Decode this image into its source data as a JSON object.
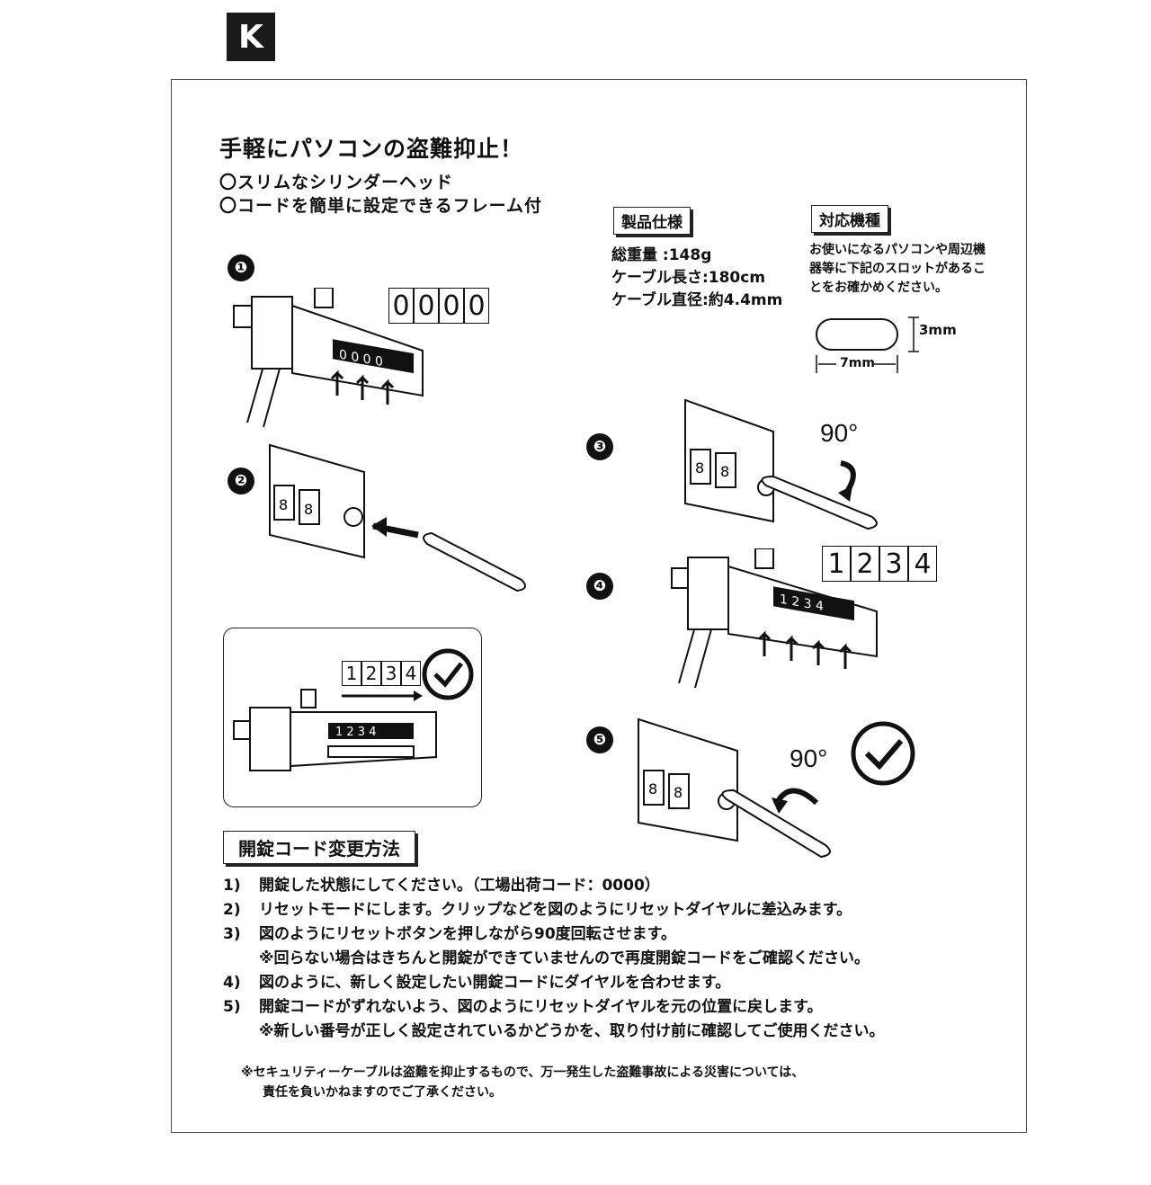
{
  "logo": "K",
  "title": "手軽にパソコンの盗難抑止！",
  "features": [
    "〇スリムなシリンダーヘッド",
    "〇コードを簡単に設定できるフレーム付"
  ],
  "spec": {
    "label": "製品仕様",
    "lines": [
      "総重量 :148g",
      "ケーブル長さ:180cm",
      "ケーブル直径:約4.4mm"
    ]
  },
  "compat": {
    "label": "対応機種",
    "text": "お使いになるパソコンや周辺機器等に下記のスロットがあることをお確かめください。",
    "height": "3mm",
    "width": "7mm"
  },
  "steps": {
    "s1": "❶",
    "s2": "❷",
    "s3": "❸",
    "s4": "❹",
    "s5": "❺",
    "code_initial": [
      "0",
      "0",
      "0",
      "0"
    ],
    "code_new": [
      "1",
      "2",
      "3",
      "4"
    ],
    "deg3": "90°",
    "deg5": "90°"
  },
  "howto": {
    "label": "開錠コード変更方法",
    "items": [
      {
        "num": "1)",
        "text": "開錠した状態にしてください。（工場出荷コード：0000）"
      },
      {
        "num": "2)",
        "text": "リセットモードにします。クリップなどを図のようにリセットダイヤルに差込みます。"
      },
      {
        "num": "3)",
        "text": "図のようにリセットボタンを押しながら90度回転させます。"
      },
      {
        "num": "",
        "text": "※回らない場合はきちんと開錠ができていませんので再度開錠コードをご確認ください。"
      },
      {
        "num": "4)",
        "text": "図のように、新しく設定したい開錠コードにダイヤルを合わせます。"
      },
      {
        "num": "5)",
        "text": "開錠コードがずれないよう、図のようにリセットダイヤルを元の位置に戻します。"
      },
      {
        "num": "",
        "text": "※新しい番号が正しく設定されているかどうかを、取り付け前に確認してご使用ください。"
      }
    ]
  },
  "disclaimer": [
    "※セキュリティーケーブルは盗難を抑止するもので、万一発生した盗難事故による災害については、",
    "責任を負いかねますのでご了承ください。"
  ]
}
